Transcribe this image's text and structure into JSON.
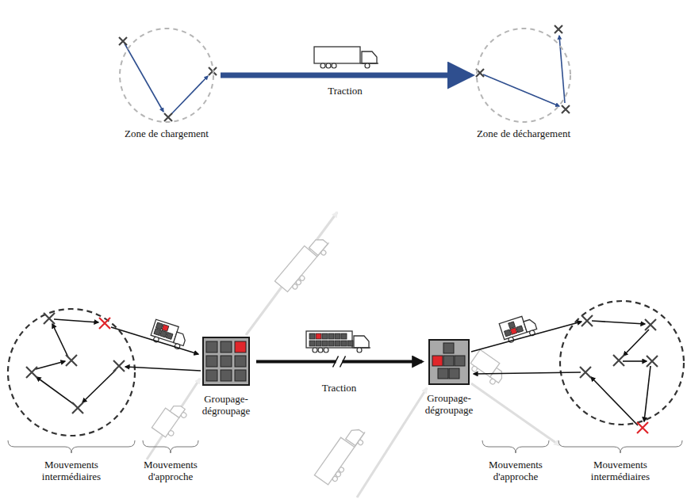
{
  "diagram": {
    "nodes": [
      {
        "text": [
          "Zone de chargement"
        ]
      },
      {
        "text": [
          "Zone de déchargement"
        ]
      },
      {
        "text": [
          "Groupage-dégroupage"
        ]
      },
      {
        "text": [
          "Groupage-dégroupage"
        ]
      }
    ],
    "edges": [
      {
        "from": 0,
        "to": 1,
        "arrow": "to",
        "label": "Traction"
      },
      {
        "from": 2,
        "to": 3,
        "arrow": "to",
        "label": "Traction"
      }
    ],
    "labels": [
      "Mouvements intermédiaires",
      "Mouvements d'approche",
      "Mouvements d'approche",
      "Mouvements intermédiaires"
    ]
  }
}
